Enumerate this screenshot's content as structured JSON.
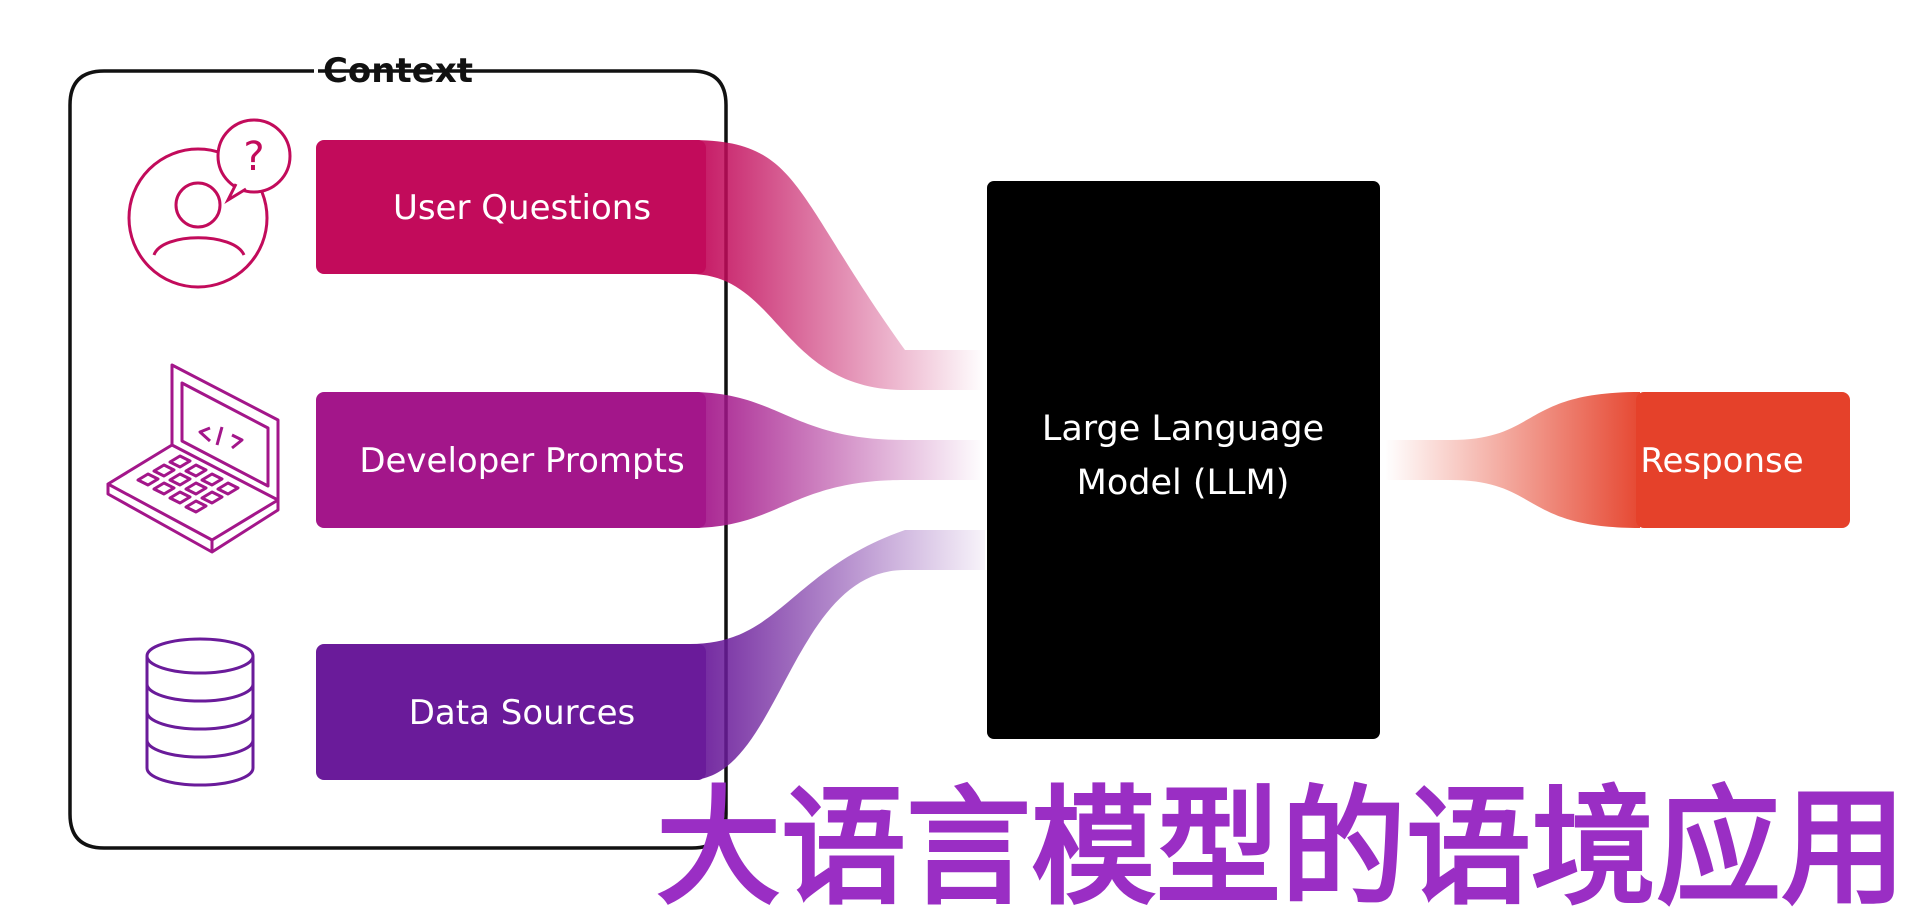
{
  "context": {
    "title": "Context"
  },
  "inputs": [
    {
      "label": "User Questions",
      "color": "#c20b5b",
      "icon": "user-question-icon"
    },
    {
      "label": "Developer Prompts",
      "color": "#a3168a",
      "icon": "laptop-code-icon"
    },
    {
      "label": "Data Sources",
      "color": "#6a1b9a",
      "icon": "database-icon"
    }
  ],
  "llm": {
    "line1": "Large Language",
    "line2": "Model (LLM)",
    "color": "#000000"
  },
  "output": {
    "label": "Response",
    "color": "#e5412a"
  },
  "caption": {
    "text": "大语言模型的语境应用",
    "color": "#9a2ec4"
  }
}
